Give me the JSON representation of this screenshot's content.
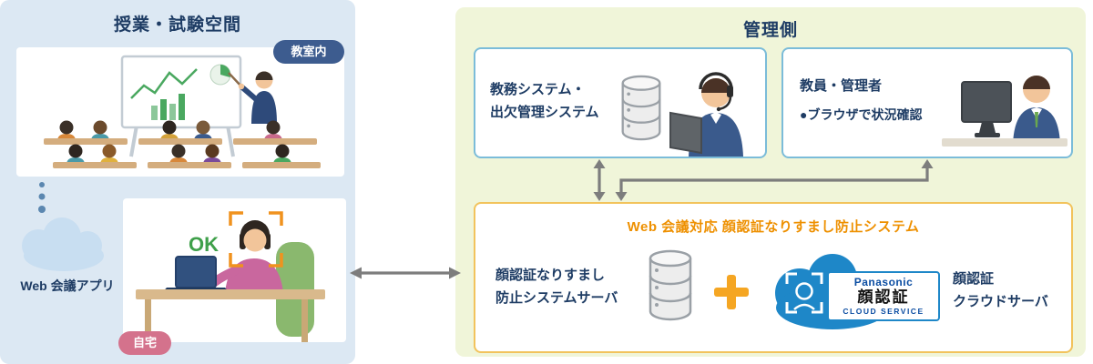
{
  "left_panel": {
    "title": "授業・試験空間",
    "classroom_badge": "教室内",
    "home_badge": "自宅",
    "cloud_label": "Web 会議アプリ",
    "ok_label": "OK"
  },
  "right_panel": {
    "title": "管理側",
    "academic_box": {
      "lines": [
        "教務システム・",
        "出欠管理システム"
      ]
    },
    "admin_box": {
      "title": "教員・管理者",
      "bullet": "●ブラウザで状況確認"
    },
    "system_box": {
      "title": "Web 会議対応 顔認証なりすまし防止システム",
      "server_lines": [
        "顔認証なりすまし",
        "防止システムサーバ"
      ],
      "cloud_logo": {
        "brand": "Panasonic",
        "product": "顔認証",
        "service": "CLOUD SERVICE"
      },
      "cloud_server_lines": [
        "顔認証",
        "クラウドサーバ"
      ]
    }
  },
  "icons": {
    "web_cloud": "cloud",
    "database": "database-cylinder",
    "plus": "plus",
    "face_auth": "face-recognition-frame"
  },
  "colors": {
    "left_panel_bg": "#dce8f3",
    "right_panel_bg": "#f0f5d9",
    "navy_text": "#1e3c64",
    "classroom_badge_bg": "#3d5c8f",
    "home_badge_bg": "#d4728c",
    "accent_orange": "#ee9000",
    "plus_orange": "#f5a623",
    "box_border_blue": "#7bbcd9",
    "box_border_orange": "#f2c35c",
    "arrow_gray": "#7d7d7d",
    "panasonic_blue": "#1e87c8",
    "ok_green": "#3fa04a",
    "bracket_orange": "#f0921e"
  }
}
